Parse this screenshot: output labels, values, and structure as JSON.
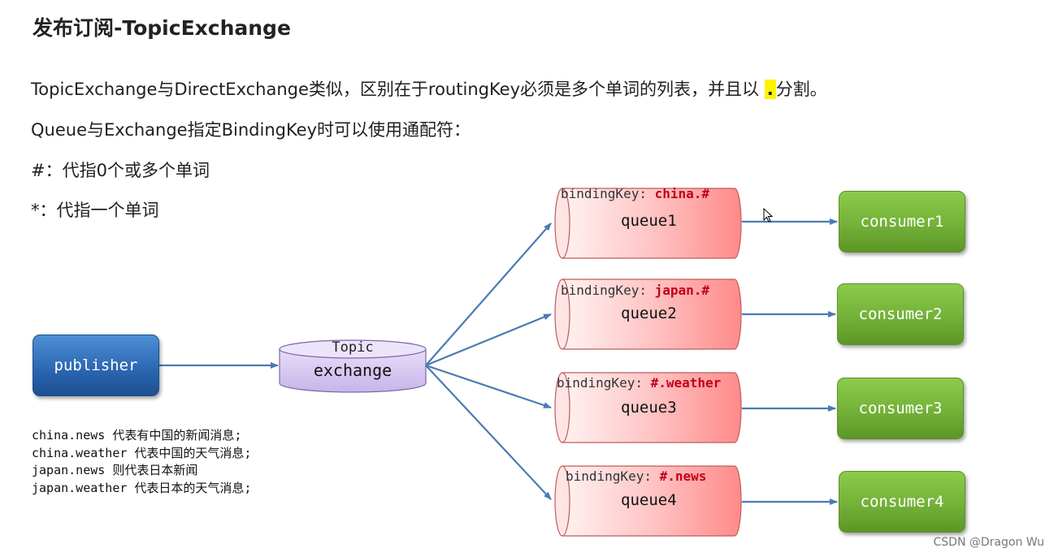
{
  "title": "发布订阅-TopicExchange",
  "paragraphs": {
    "p1_before": "TopicExchange与DirectExchange类似，区别在于routingKey必须是多个单词的列表，并且以 ",
    "p1_highlight": ".",
    "p1_after": "分割。",
    "p2": "Queue与Exchange指定BindingKey时可以使用通配符：",
    "p3": "#：代指0个或多个单词",
    "p4": "*：代指一个单词"
  },
  "publisher": {
    "label": "publisher"
  },
  "exchange": {
    "type_label": "Topic",
    "name": "exchange"
  },
  "queues": [
    {
      "binding_label": "bindingKey: ",
      "binding_key": "china.#",
      "name": "queue1"
    },
    {
      "binding_label": "bindingKey: ",
      "binding_key": "japan.#",
      "name": "queue2"
    },
    {
      "binding_label": "bindingKey: ",
      "binding_key": "#.weather",
      "name": "queue3"
    },
    {
      "binding_label": "bindingKey: ",
      "binding_key": "#.news",
      "name": "queue4"
    }
  ],
  "consumers": [
    {
      "label": "consumer1"
    },
    {
      "label": "consumer2"
    },
    {
      "label": "consumer3"
    },
    {
      "label": "consumer4"
    }
  ],
  "routing_notes": [
    "china.news 代表有中国的新闻消息;",
    "china.weather 代表中国的天气消息;",
    "japan.news 则代表日本新闻",
    "japan.weather 代表日本的天气消息;"
  ],
  "watermark": "CSDN @Dragon   Wu",
  "colors": {
    "publisher": "#2a65b0",
    "exchange": "#d9c9f0",
    "queue": "#ffb0b0",
    "consumer": "#73b138",
    "binding_key": "#c0001a",
    "arrow": "#4a7ab5",
    "highlight": "#fff200"
  }
}
